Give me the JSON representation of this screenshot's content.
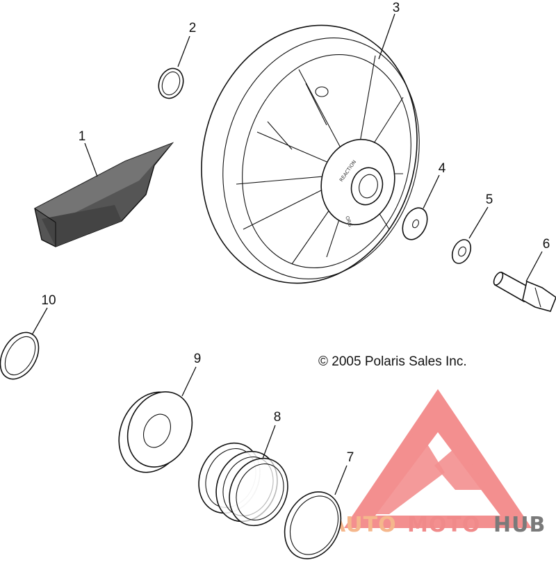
{
  "callouts": [
    "1",
    "2",
    "3",
    "4",
    "5",
    "6",
    "7",
    "8",
    "9",
    "10"
  ],
  "copyright": "© 2005 Polaris Sales Inc.",
  "hub_markings": [
    "REACTION",
    "ORG"
  ],
  "watermark": {
    "word_1": "AUTO",
    "word_2": "MOTO",
    "word_3": "HUB",
    "colors": {
      "auto": "#f5b78c",
      "moto": "#f08a8a",
      "hub": "#7a7a7a",
      "logo": "#f06a6a"
    }
  }
}
